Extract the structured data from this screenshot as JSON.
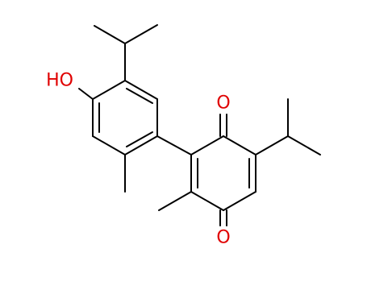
{
  "diagram": {
    "type": "chemical-structure",
    "atom_labels": {
      "hydroxyl": "HO",
      "upper_carbonyl_oxygen": "O",
      "lower_carbonyl_oxygen": "O"
    },
    "colors": {
      "background": "#ffffff",
      "bond": "#000000",
      "oxygen": "#e00000"
    }
  }
}
